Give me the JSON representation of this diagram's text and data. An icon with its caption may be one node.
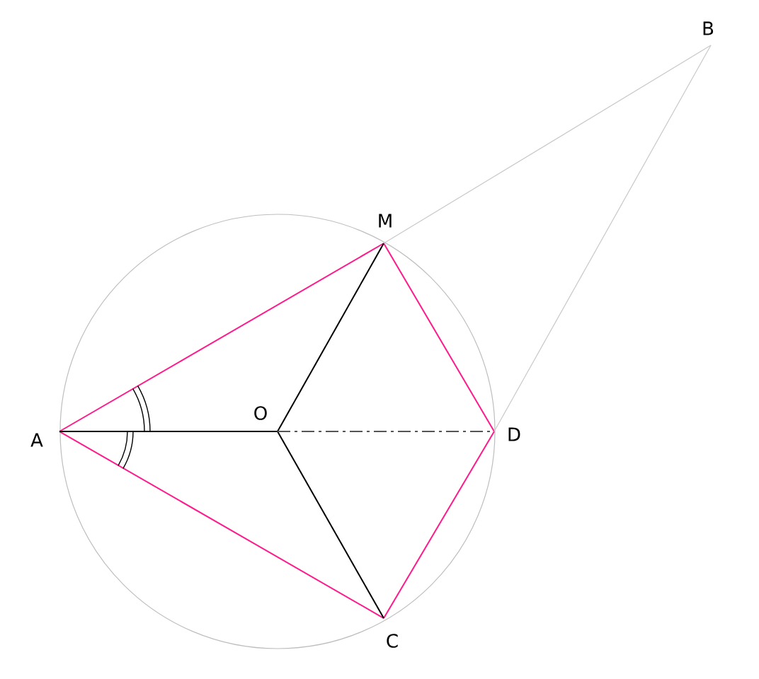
{
  "diagram": {
    "nodes": [
      {
        "text": [
          "B"
        ]
      },
      {
        "text": [
          "M"
        ]
      },
      {
        "text": [
          "A"
        ]
      },
      {
        "text": [
          "O"
        ]
      },
      {
        "text": [
          "D"
        ]
      },
      {
        "text": [
          "C"
        ]
      }
    ],
    "edges": [
      {
        "from": 2,
        "to": 1,
        "arrow": "none",
        "color": "#ff1a8c"
      },
      {
        "from": 1,
        "to": 4,
        "arrow": "none",
        "color": "#ff1a8c"
      },
      {
        "from": 4,
        "to": 5,
        "arrow": "none",
        "color": "#ff1a8c"
      },
      {
        "from": 5,
        "to": 2,
        "arrow": "none",
        "color": "#ff1a8c"
      },
      {
        "from": 2,
        "to": 3,
        "arrow": "none",
        "color": "#000000"
      },
      {
        "from": 3,
        "to": 1,
        "arrow": "none",
        "color": "#000000"
      },
      {
        "from": 3,
        "to": 5,
        "arrow": "none",
        "color": "#000000"
      },
      {
        "from": 3,
        "to": 4,
        "arrow": "none",
        "style": "dashed",
        "color": "#555555"
      },
      {
        "from": 1,
        "to": 0,
        "arrow": "none",
        "color": "#c8c8c8"
      },
      {
        "from": 0,
        "to": 4,
        "arrow": "none",
        "color": "#c8c8c8"
      }
    ]
  }
}
